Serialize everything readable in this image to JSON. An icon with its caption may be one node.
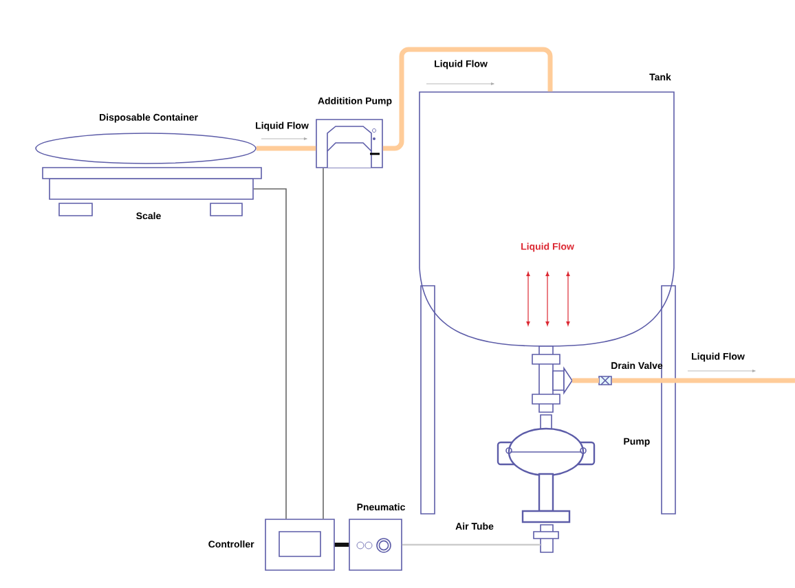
{
  "diagram": {
    "nodes": [
      {
        "text": [
          "Disposable Container"
        ]
      },
      {
        "text": [
          "Scale"
        ]
      },
      {
        "text": [
          "Additition Pump"
        ]
      },
      {
        "text": [
          "Tank"
        ]
      },
      {
        "text": [
          "Drain Valve"
        ]
      },
      {
        "text": [
          "Pump"
        ]
      },
      {
        "text": [
          "Controller"
        ]
      },
      {
        "text": [
          "Pneumatic"
        ]
      }
    ],
    "edges": [
      {
        "from": 0,
        "to": 2,
        "arrow": "none",
        "label": "Liquid Flow"
      },
      {
        "from": 2,
        "to": 3,
        "arrow": "none",
        "label": "Liquid Flow"
      },
      {
        "from": 4,
        "to": null,
        "arrow": "none",
        "label": "Liquid Flow"
      },
      {
        "from": 1,
        "to": 6,
        "arrow": "none",
        "color": "#666666"
      },
      {
        "from": 2,
        "to": 6,
        "arrow": "none",
        "color": "#666666"
      },
      {
        "from": 6,
        "to": 7,
        "arrow": "none",
        "color": "#111111"
      },
      {
        "from": 7,
        "to": 5,
        "arrow": "none",
        "label": "Air Tube",
        "color": "#cccccc"
      }
    ],
    "labels": [
      "Liquid Flow"
    ]
  }
}
